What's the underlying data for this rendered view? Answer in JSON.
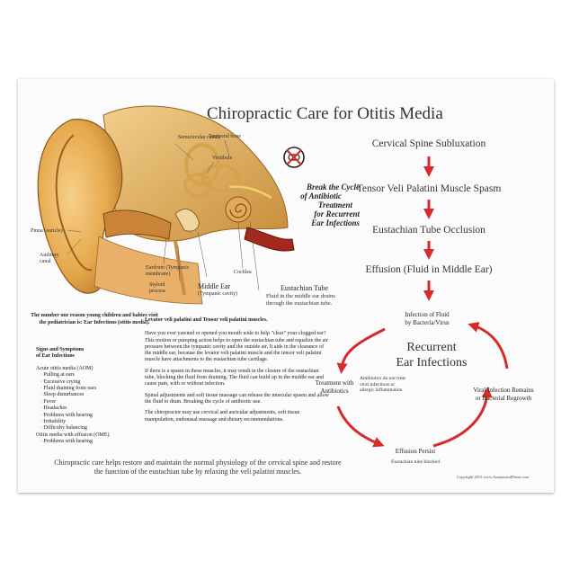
{
  "title": "Chiropractic Care for Otitis Media",
  "ear_labels": {
    "semicircular_canals": "Semicircular canals",
    "temporal_bone": "Temporal bone",
    "vestibule": "Vestibule",
    "pinna": "Pinna (auricle)",
    "auditory_canal": "Auditory canal",
    "eardrum": "Eardrum (Tympanic membrane)",
    "styloid": "Styloid process",
    "middle_ear": "Middle Ear",
    "middle_ear_sub": "(Tympanic cavity)",
    "cochlea": "Cochlea",
    "eustachian_tube": "Eustachian Tube",
    "eustachian_desc": "Fluid in the middle ear drains through the eustachian tube."
  },
  "break_cycle": [
    "Break the Cycle",
    "of Antibiotic",
    "Treatment",
    "for Recurrent",
    "Ear Infections"
  ],
  "flow": [
    "Cervical Spine Subluxation",
    "Tensor Veli Palatini Muscle Spasm",
    "Eustachian Tube Occlusion",
    "Effusion (Fluid in Middle Ear)"
  ],
  "cycle": {
    "center": [
      "Recurrent",
      "Ear Infections"
    ],
    "top": [
      "Infection of Fluid",
      "by Bacteria/Virus"
    ],
    "left": [
      "Treatment with",
      "Antibiotics"
    ],
    "left_note": [
      "Antibiotics do not treat",
      "viral infections or",
      "allergic inflammation"
    ],
    "right": [
      "Viral Infection Remains",
      "or Bacterial Regrowth"
    ],
    "bottom": "Effusion Persist",
    "bottom_note": "Eustachian tube blocked"
  },
  "intro": "The number one reason young children and babies visit the pediatrician is: Ear Infections (otitis media).",
  "signs": {
    "heading": [
      "Signs and Symptoms",
      "of Ear Infections"
    ],
    "aom": "Acute otitis media (AOM)",
    "aom_items": [
      "Pulling at ears",
      "Excessive crying",
      "Fluid draining from ears",
      "Sleep disturbances",
      "Fever",
      "Headaches",
      "Problems with hearing",
      "Irritability",
      "Difficulty balancing"
    ],
    "ome": "Otitis media with effusion (OME)",
    "ome_items": [
      "Problems with hearing"
    ]
  },
  "middle": {
    "heading": "Levator veli palatini and Tensor veli palatini muscles.",
    "paragraphs": [
      "Have you ever yawned or opened you mouth wide to help \"clear\" your clogged ear? This motion or pumping action helps to open the eustachian tube and equalize the air pressure between the tympanic cavity and the outside air. It aids in the clearance of the middle ear, because the levator veli palatini muscle and the tensor veli palatini muscle have attachments to the eustachian tube cartilage.",
      "If there is a spasm in these muscles, it may result in the closure of the eustachian tube, blocking the fluid from draining. The fluid can build up in the middle ear and cause pain, with or without infection.",
      "Spinal adjustments and soft tissue massage can release the muscular spasm and allow the fluid to drain. Breaking the cycle of antibiotic use.",
      "The chiropractor may use cervical and auricular adjustments, soft tissue manipulation, endonasal massage and dietary recommendations."
    ]
  },
  "footer": "Chiropractic care helps restore and maintain the normal physiology of the cervical spine and restore the function of the eustachian tube by relaxing the veli palatini muscles.",
  "copyright": "Copyright 2013 www.AnatomicalPrints.com",
  "colors": {
    "arrow": "#d62b2b",
    "ear_skin": "#e9b25a",
    "ear_dark": "#a86a1f",
    "tube_red": "#a3281e"
  },
  "icons": {
    "no_antibiotic": "crossed-out-pill-icon"
  }
}
